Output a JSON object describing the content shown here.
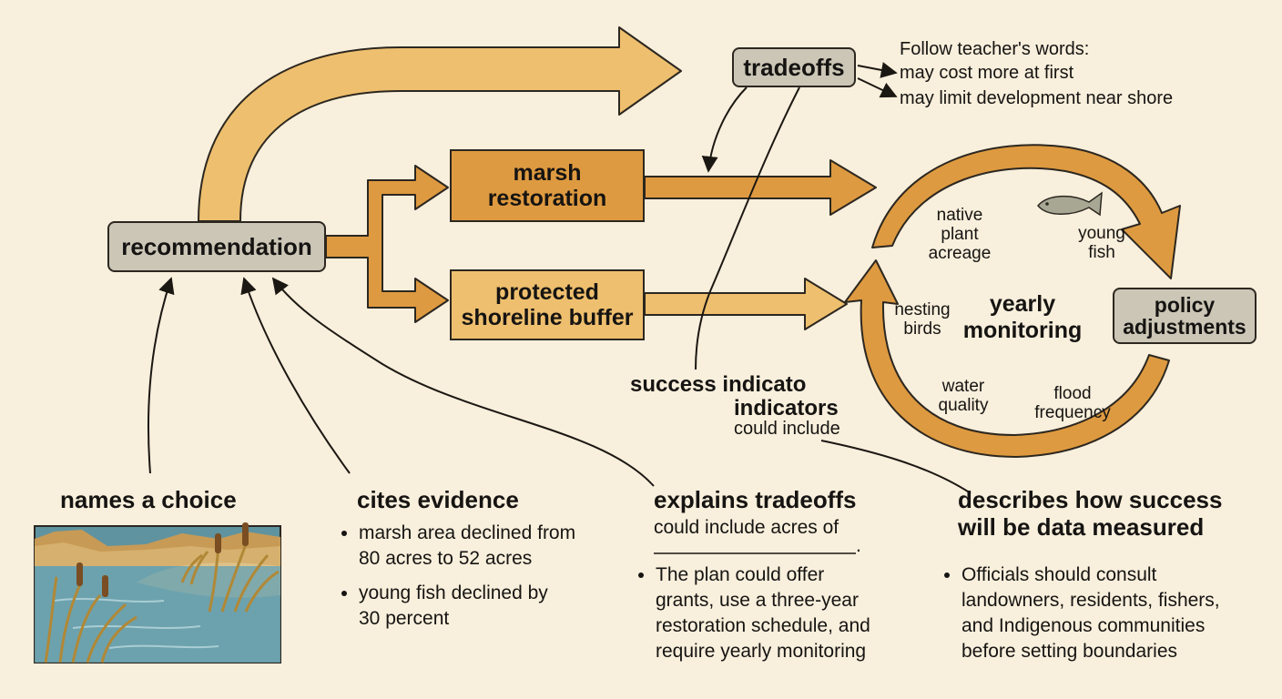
{
  "boxes": {
    "recommendation": "recommendation",
    "tradeoffs": "tradeoffs",
    "marsh_restoration_1": "marsh",
    "marsh_restoration_2": "restoration",
    "shoreline_1": "protected",
    "shoreline_2": "shoreline buffer",
    "policy_1": "policy",
    "policy_2": "adjustments"
  },
  "tradeoff_note": {
    "heading": "Follow teacher's words:",
    "lines": [
      "may cost more at first",
      "may limit development near shore"
    ]
  },
  "cycle": {
    "title_1": "yearly",
    "title_2": "monitoring",
    "indicators": {
      "plant_1": "native",
      "plant_2": "plant",
      "plant_3": "acreage",
      "fish_1": "young",
      "fish_2": "fish",
      "birds_1": "nesting",
      "birds_2": "birds",
      "water_1": "water",
      "water_2": "quality",
      "flood_1": "flood",
      "flood_2": "frequency"
    }
  },
  "success": {
    "line_1": "success indicato",
    "line_2": "indicators",
    "line_3": "could include"
  },
  "criteria": {
    "choice": {
      "heading": "names a choice"
    },
    "evidence": {
      "heading": "cites evidence",
      "items": [
        [
          "marsh area declined from",
          "80 acres to 52 acres"
        ],
        [
          "young fish declined by",
          "30 percent"
        ]
      ]
    },
    "tradeoffs": {
      "heading": "explains tradeoffs",
      "sub": "could include acres of",
      "blank": ".",
      "items": [
        [
          "The plan could offer",
          "grants, use a three-year",
          "restoration schedule, and",
          "require yearly monitoring"
        ]
      ]
    },
    "measure": {
      "heading_1": "describes how success",
      "heading_2": "will be data measured",
      "items": [
        [
          "Officials should consult",
          "landowners, residents, fishers,",
          "and Indigenous communities",
          "before setting boundaries"
        ]
      ]
    }
  },
  "colors": {
    "background": "#f8efdc",
    "arrow_light": "#eebf6e",
    "arrow_dark": "#de9a40",
    "box_gray": "#cbc6b6",
    "outline": "#2c2720"
  }
}
